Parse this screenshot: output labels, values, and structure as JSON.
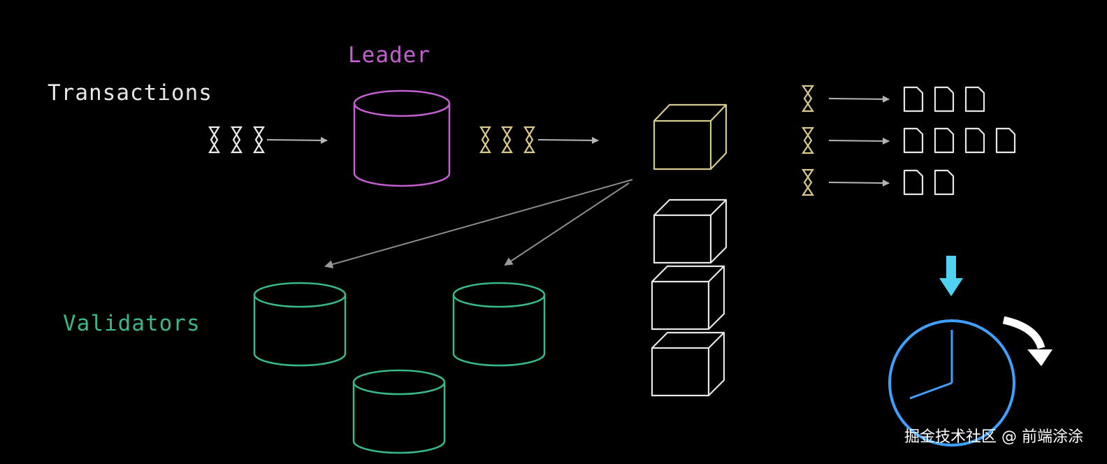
{
  "labels": {
    "transactions": "Transactions",
    "leader": "Leader",
    "validators": "Validators"
  },
  "watermark": "掘金技术社区 @ 前端涂涂",
  "colors": {
    "background": "#000000",
    "transactions_text": "#e8e8e8",
    "leader": "#c45fcf",
    "validators": "#39b98a",
    "signed_transaction": "#d9c98c",
    "block_highlight": "#d6c98f",
    "arrow": "#b5b5b5",
    "clock": "#3fa0ff",
    "down_arrow": "#4fd2f2"
  },
  "icons": [
    "hourglass-icon",
    "database-icon",
    "block-cube-icon",
    "document-icon",
    "arrow-icon",
    "clock-icon",
    "rotate-arrow-icon",
    "down-arrow-icon"
  ]
}
